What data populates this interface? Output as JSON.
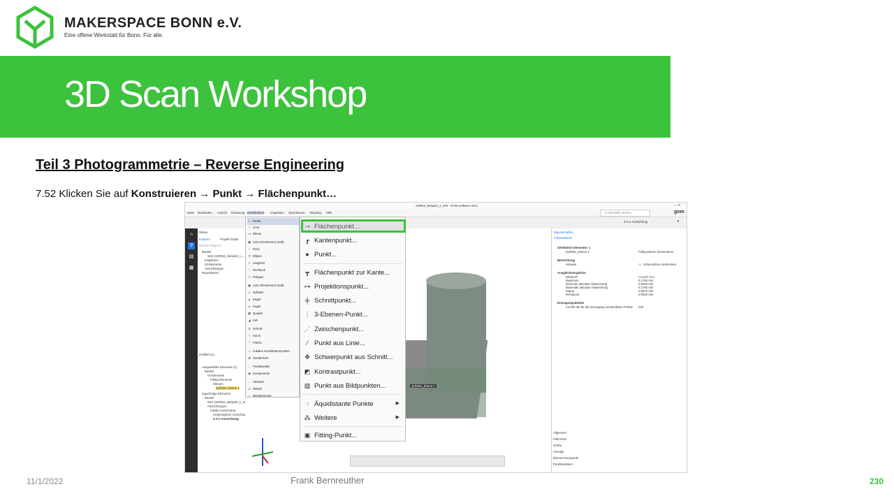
{
  "header": {
    "brand_name": "MAKERSPACE BONN e.V.",
    "brand_tagline": "Eine offene Werkstatt für Bonn. Für alle.",
    "title": "3D Scan Workshop",
    "accent_color": "#3cc23c"
  },
  "content": {
    "subtitle": "Teil 3  Photogrammetrie  – Reverse Engineering",
    "step_prefix": "7.52 Klicken Sie auf ",
    "step_b1": "Konstruieren",
    "step_arrow1": " → ",
    "step_b2": "Punkt",
    "step_arrow2": " → ",
    "step_b3": "Flächenpunkt…"
  },
  "footer": {
    "date": "11/1/2022",
    "author": "Frank Bernreuther",
    "page": "230"
  },
  "app": {
    "window_title": "220912_Beispiel_1_200 - GOM Software 2021",
    "logo": "gom",
    "search_placeholder": "In Dateihilfe suchen",
    "menubar": [
      "Datei",
      "Bearbeiten",
      "Ansicht",
      "Erfassung",
      "Konstruieren",
      "Inspektion",
      "Operationen",
      "Skripting",
      "Hilfe"
    ],
    "alignment": "3-2-1-Ausrichtung",
    "left_panel": {
      "status": "Status",
      "tab_explorer": "Explorer",
      "tab_guide": "Projekt-Guide",
      "search": "Suchen (Strg+F)",
      "tree": [
        "Bauteil",
        "Netz (220912_Beispiel_1_...)",
        "Inspektion",
        "Ist-Elemente",
        "Ausrichtungen",
        "Reportseiten"
      ],
      "sel_tab": "Gefiltert au...",
      "sel_tree": [
        "Ausgewählte Elemente (1)",
        "Bauteil",
        "Ist-Elemente",
        "Fitting-Elemente",
        "Ebenen",
        "Zylinder_Ebene 1",
        "Zugehörige Elemente",
        "Bauteil",
        "Netz (220912_Beispiel_1_200)",
        "Ausrichtungen",
        "Initiale Ausrichtung",
        "Ursprüngliche Ausrichtung",
        "3-2-1-Ausrichtung"
      ]
    },
    "menu_konstruieren": [
      "Punkt",
      "Linie",
      "Ebene",
      "Auto-2D-Element (Selb...",
      "Kreis",
      "Ellipse",
      "Langloch",
      "Rechteck",
      "Polygon",
      "Auto-3D-Element (Selb...",
      "Zylinder",
      "Kegel",
      "Kugel",
      "Quader",
      "Keil",
      "Schnitt",
      "Kurve",
      "Fläche",
      "Lokales Koordinatensystem",
      "Sonderform",
      "Punktewolke",
      "Komponente",
      "Abstand",
      "Winkel",
      "Wertelemente"
    ],
    "menu_punkt": [
      {
        "label": "Flächenpunkt...",
        "icon": "surface-point-icon"
      },
      {
        "label": "Kantenpunkt...",
        "icon": "edge-point-icon"
      },
      {
        "label": "Punkt...",
        "icon": "point-icon"
      },
      {
        "label": "Flächenpunkt zur Kante...",
        "icon": "surface-edge-point-icon"
      },
      {
        "label": "Projektionspunkt...",
        "icon": "projection-point-icon"
      },
      {
        "label": "Schnittpunkt...",
        "icon": "intersection-point-icon"
      },
      {
        "label": "3-Ebenen-Punkt...",
        "icon": "three-plane-point-icon"
      },
      {
        "label": "Zwischenpunkt...",
        "icon": "midpoint-icon"
      },
      {
        "label": "Punkt aus Linie...",
        "icon": "line-point-icon"
      },
      {
        "label": "Schwerpunkt aus Schnitt...",
        "icon": "centroid-icon"
      },
      {
        "label": "Kontrastpunkt...",
        "icon": "contrast-point-icon"
      },
      {
        "label": "Punkt aus Bildpunkten...",
        "icon": "pixel-point-icon"
      },
      {
        "label": "Äquidistante Punkte",
        "icon": "equidistant-icon"
      },
      {
        "label": "Weitere",
        "icon": "more-icon"
      },
      {
        "label": "Fitting-Punkt...",
        "icon": "fitting-point-icon"
      }
    ],
    "viewport_label": "Zylinder_Ebene 1",
    "props": {
      "tab": "Eigenschaften",
      "info": "Informationen",
      "sec1": "Selektierte Elemente: 1",
      "sel_name": "Zylinder_Ebene 1",
      "sel_type": "Fitting-Ebene konstruieren",
      "sec2": "Berechnung",
      "hint_label": "Hinweis",
      "hint_val": "Unbenutztes Ist-Element",
      "sec3": "Ausgleichsergebnis",
      "rows": [
        {
          "k": "Minimum",
          "v": "-0.1447 mm"
        },
        {
          "k": "Maximum",
          "v": "0.1792 mm"
        },
        {
          "k": "Minimale absolute Abweichung",
          "v": "0.0003 mm"
        },
        {
          "k": "Maximale absolute Abweichung",
          "v": "0.1792 mm"
        },
        {
          "k": "Sigma",
          "v": "0.0672 mm"
        },
        {
          "k": "Residuum",
          "v": "0.0520 mm"
        }
      ],
      "sec4": "Erzeugungsdetails",
      "gen_k": "Anzahl der für die Erzeugung verwendeten Punkte",
      "gen_v": "220",
      "bottom": [
        "Allgemein",
        "Fähnchen",
        "Größe",
        "Anzeige",
        "Element-Keywords",
        "Punktselektion"
      ]
    }
  }
}
